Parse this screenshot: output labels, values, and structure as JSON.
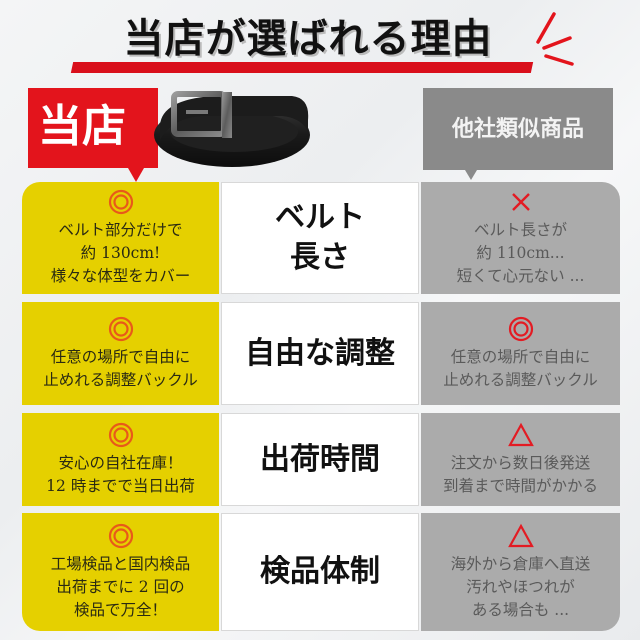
{
  "header": {
    "title": "当店が選ばれる理由"
  },
  "labels": {
    "ours": "当店",
    "other": "他社類似商品"
  },
  "colors": {
    "accent_red": "#e3141c",
    "ours_yellow": "#e5d000",
    "other_gray": "#ababab",
    "label_gray": "#8a8a8a"
  },
  "rows": [
    {
      "item": "ベルト\n長さ",
      "ours": {
        "mark": "double-circle",
        "text": "ベルト部分だけで\n約 130cm!\n様々な体型をカバー"
      },
      "other": {
        "mark": "cross",
        "text": "ベルト長さが\n約 110cm...\n短くて心元ない ..."
      }
    },
    {
      "item": "自由な調整",
      "ours": {
        "mark": "double-circle",
        "text": "任意の場所で自由に\n止めれる調整バックル"
      },
      "other": {
        "mark": "double-circle",
        "text": "任意の場所で自由に\n止めれる調整バックル"
      }
    },
    {
      "item": "出荷時間",
      "ours": {
        "mark": "double-circle",
        "text": "安心の自社在庫！\n12 時までで当日出荷"
      },
      "other": {
        "mark": "triangle",
        "text": "注文から数日後発送\n到着まで時間がかかる"
      }
    },
    {
      "item": "検品体制",
      "ours": {
        "mark": "double-circle",
        "text": "工場検品と国内検品\n出荷までに 2 回の\n検品で万全！"
      },
      "other": {
        "mark": "triangle",
        "text": "海外から倉庫へ直送\n汚れやほつれが\nある場合も ..."
      }
    }
  ]
}
